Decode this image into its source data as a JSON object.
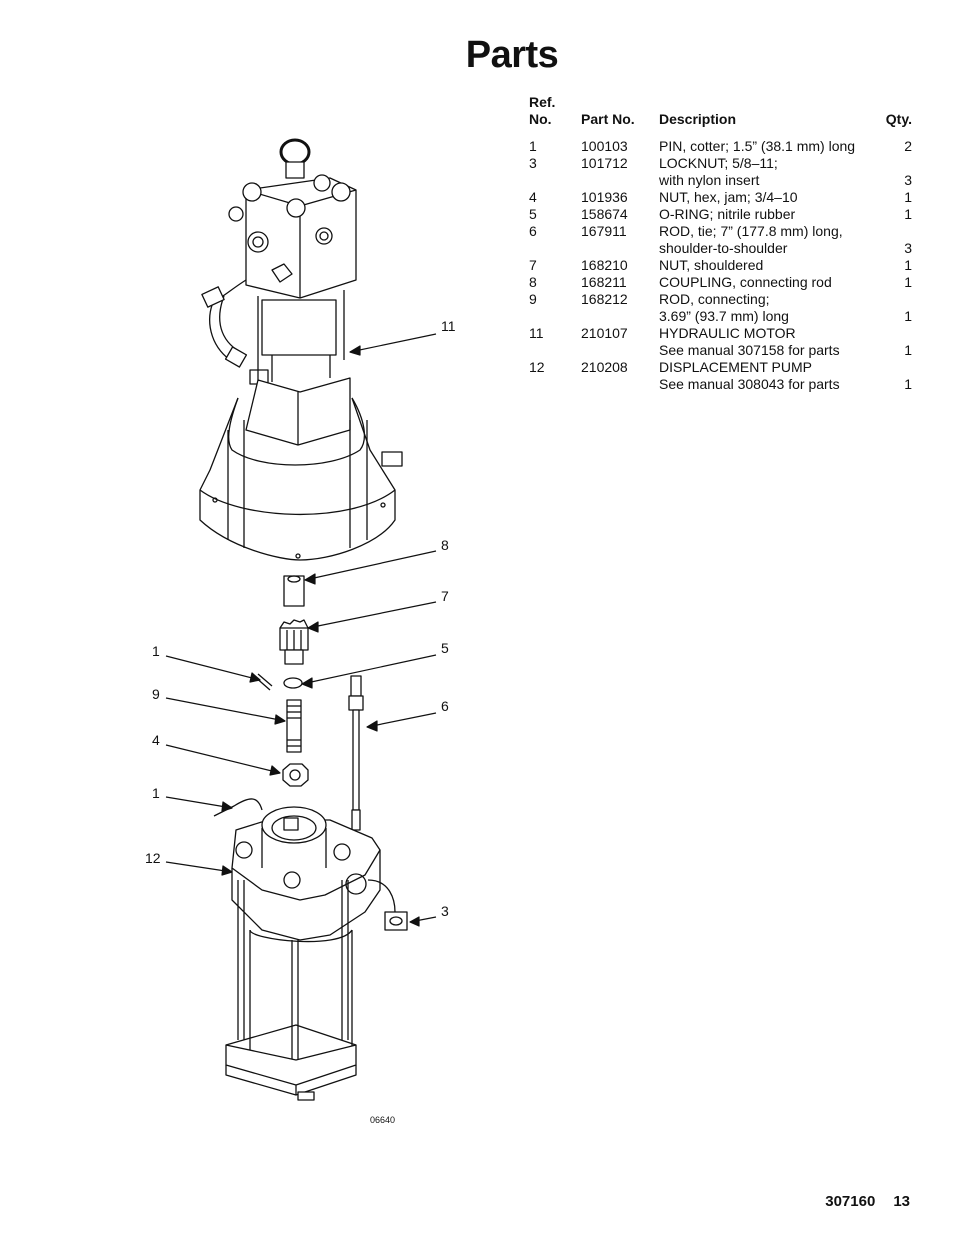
{
  "title": "Parts",
  "table": {
    "headers": {
      "ref": "Ref.\nNo.",
      "part": "Part No.",
      "desc": "Description",
      "qty": "Qty."
    },
    "rows": [
      {
        "ref": "1",
        "part": "100103",
        "desc": [
          "PIN, cotter; 1.5” (38.1 mm) long"
        ],
        "qty": "2"
      },
      {
        "ref": "3",
        "part": "101712",
        "desc": [
          "LOCKNUT; 5/8–11;",
          "with nylon insert"
        ],
        "qty": "3"
      },
      {
        "ref": "4",
        "part": "101936",
        "desc": [
          "NUT, hex, jam; 3/4–10"
        ],
        "qty": "1"
      },
      {
        "ref": "5",
        "part": "158674",
        "desc": [
          "O-RING; nitrile rubber"
        ],
        "qty": "1"
      },
      {
        "ref": "6",
        "part": "167911",
        "desc": [
          "ROD, tie; 7” (177.8 mm) long,",
          "shoulder-to-shoulder"
        ],
        "qty": "3"
      },
      {
        "ref": "7",
        "part": "168210",
        "desc": [
          "NUT, shouldered"
        ],
        "qty": "1"
      },
      {
        "ref": "8",
        "part": "168211",
        "desc": [
          "COUPLING, connecting rod"
        ],
        "qty": "1"
      },
      {
        "ref": "9",
        "part": "168212",
        "desc": [
          "ROD, connecting;",
          "3.69” (93.7 mm) long"
        ],
        "qty": "1"
      },
      {
        "ref": "11",
        "part": "210107",
        "desc": [
          "HYDRAULIC MOTOR",
          "See manual 307158 for parts"
        ],
        "qty": "1"
      },
      {
        "ref": "12",
        "part": "210208",
        "desc": [
          "DISPLACEMENT PUMP",
          "See manual 308043 for parts"
        ],
        "qty": "1"
      }
    ]
  },
  "figure": {
    "id": "06640",
    "callouts": [
      "11",
      "8",
      "7",
      "5",
      "6",
      "3",
      "1",
      "9",
      "4",
      "1",
      "12"
    ]
  },
  "footer": {
    "manual": "307160",
    "page": "13"
  }
}
